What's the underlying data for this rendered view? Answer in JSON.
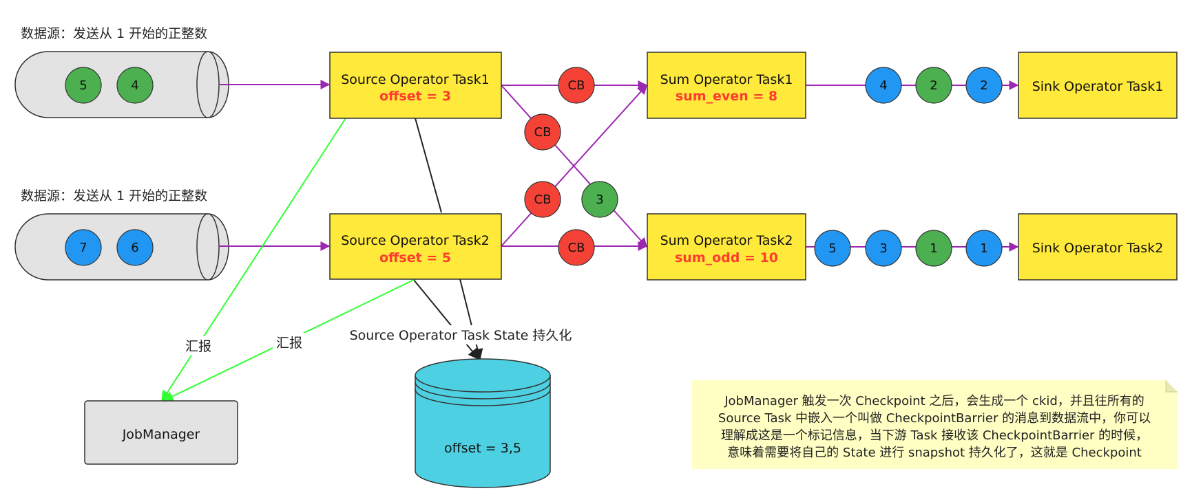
{
  "sources": [
    {
      "label": "数据源：发送从 1 开始的正整数",
      "bubbles": [
        "5",
        "4"
      ]
    },
    {
      "label": "数据源：发送从 1 开始的正整数",
      "bubbles": [
        "7",
        "6"
      ]
    }
  ],
  "source_tasks": [
    {
      "title": "Source Operator Task1",
      "state": "offset = 3"
    },
    {
      "title": "Source Operator Task2",
      "state": "offset = 5"
    }
  ],
  "sum_tasks": [
    {
      "title": "Sum Operator Task1",
      "state": "sum_even = 8"
    },
    {
      "title": "Sum Operator Task2",
      "state": "sum_odd = 10"
    }
  ],
  "sink_tasks": [
    {
      "title": "Sink Operator Task1"
    },
    {
      "title": "Sink Operator Task2"
    }
  ],
  "barrier_label": "CB",
  "in_flight": {
    "crossing_value": "3"
  },
  "sink1_stream": [
    "4",
    "2",
    "2"
  ],
  "sink2_stream": [
    "5",
    "3",
    "1",
    "1"
  ],
  "report_label": "汇报",
  "jobmanager": "JobManager",
  "persist_label": "Source Operator Task State 持久化",
  "state_store": "offset = 3,5",
  "note_lines": [
    "JobManager 触发一次 Checkpoint 之后，会生成一个 ckid，并且往所有的",
    "Source Task 中嵌入一个叫做 CheckpointBarrier 的消息到数据流中，你可以",
    "理解成这是一个标记信息，当下游 Task 接收该 CheckpointBarrier 的时候，",
    "意味着需要将自己的 State 进行 snapshot 持久化了，这就是 Checkpoint"
  ],
  "colors": {
    "task_fill": "#FFE93B",
    "queue_fill": "#E3E3E3",
    "green_bubble": "#4CAF50",
    "blue_bubble": "#2196F3",
    "red_bubble": "#F44336",
    "db_fill": "#4DD0E1",
    "note_fill": "#FFFFC4",
    "stream_arrow": "#9C27B0",
    "report_arrow": "#33FF33",
    "state_text": "#FF3B30"
  }
}
